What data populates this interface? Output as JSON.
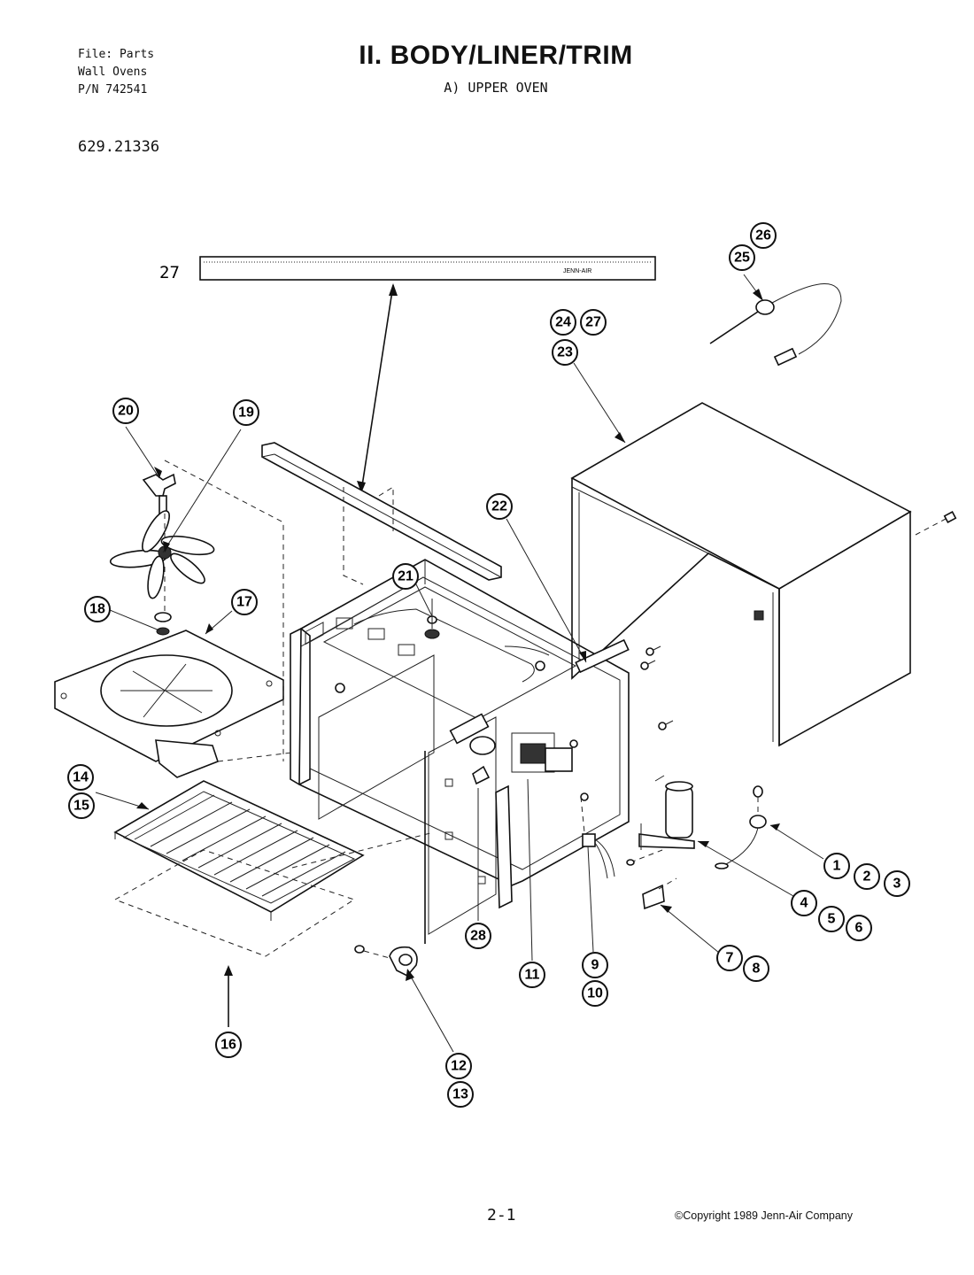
{
  "header": {
    "file_line": "File: Parts",
    "category_line": "Wall Ovens",
    "pn_line": "P/N 742541"
  },
  "title": "II. BODY/LINER/TRIM",
  "subtitle": "A)  UPPER OVEN",
  "model_number": "629.21336",
  "trim_strip_label": "27",
  "trim_strip_brand": "JENN-AIR",
  "callouts": {
    "c1": "1",
    "c2": "2",
    "c3": "3",
    "c4": "4",
    "c5": "5",
    "c6": "6",
    "c7": "7",
    "c8": "8",
    "c9": "9",
    "c10": "10",
    "c11": "11",
    "c12": "12",
    "c13": "13",
    "c14": "14",
    "c15": "15",
    "c16": "16",
    "c17": "17",
    "c18": "18",
    "c19": "19",
    "c20": "20",
    "c21": "21",
    "c22": "22",
    "c23": "23",
    "c24": "24",
    "c25": "25",
    "c26": "26",
    "c27": "27",
    "c28": "28"
  },
  "footer": {
    "page": "2-1",
    "copyright": "©Copyright 1989 Jenn-Air Company"
  }
}
